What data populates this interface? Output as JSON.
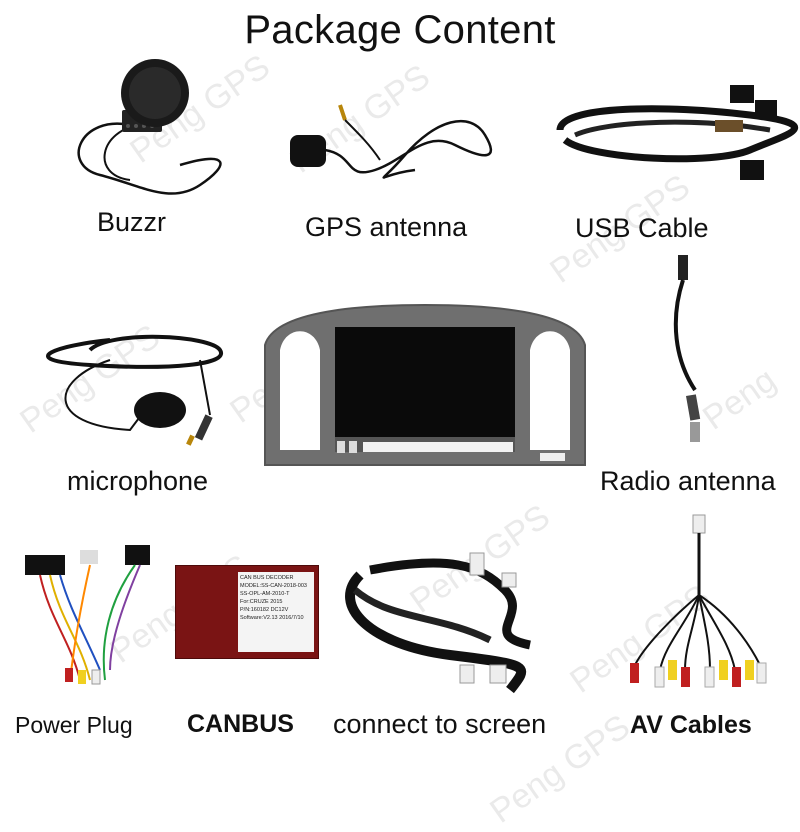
{
  "title": "Package Content",
  "items": {
    "buzzer": "Buzzr",
    "gps_antenna": "GPS antenna",
    "usb_cable": "USB Cable",
    "microphone": "microphone",
    "radio_antenna": "Radio antenna",
    "power_plug": "Power Plug",
    "canbus": "CANBUS",
    "connect_to_screen": "connect to screen",
    "av_cables": "AV Cables"
  },
  "canbus_box_text": [
    "CAN BUS DECODER",
    "MODEL:SS-CAN-2018-003",
    "SS-OPL-AM-2010-T",
    "For:CRUZE 2015",
    "P/N:160182 DC12V",
    "Software:V2.13 2016/7/10"
  ]
}
